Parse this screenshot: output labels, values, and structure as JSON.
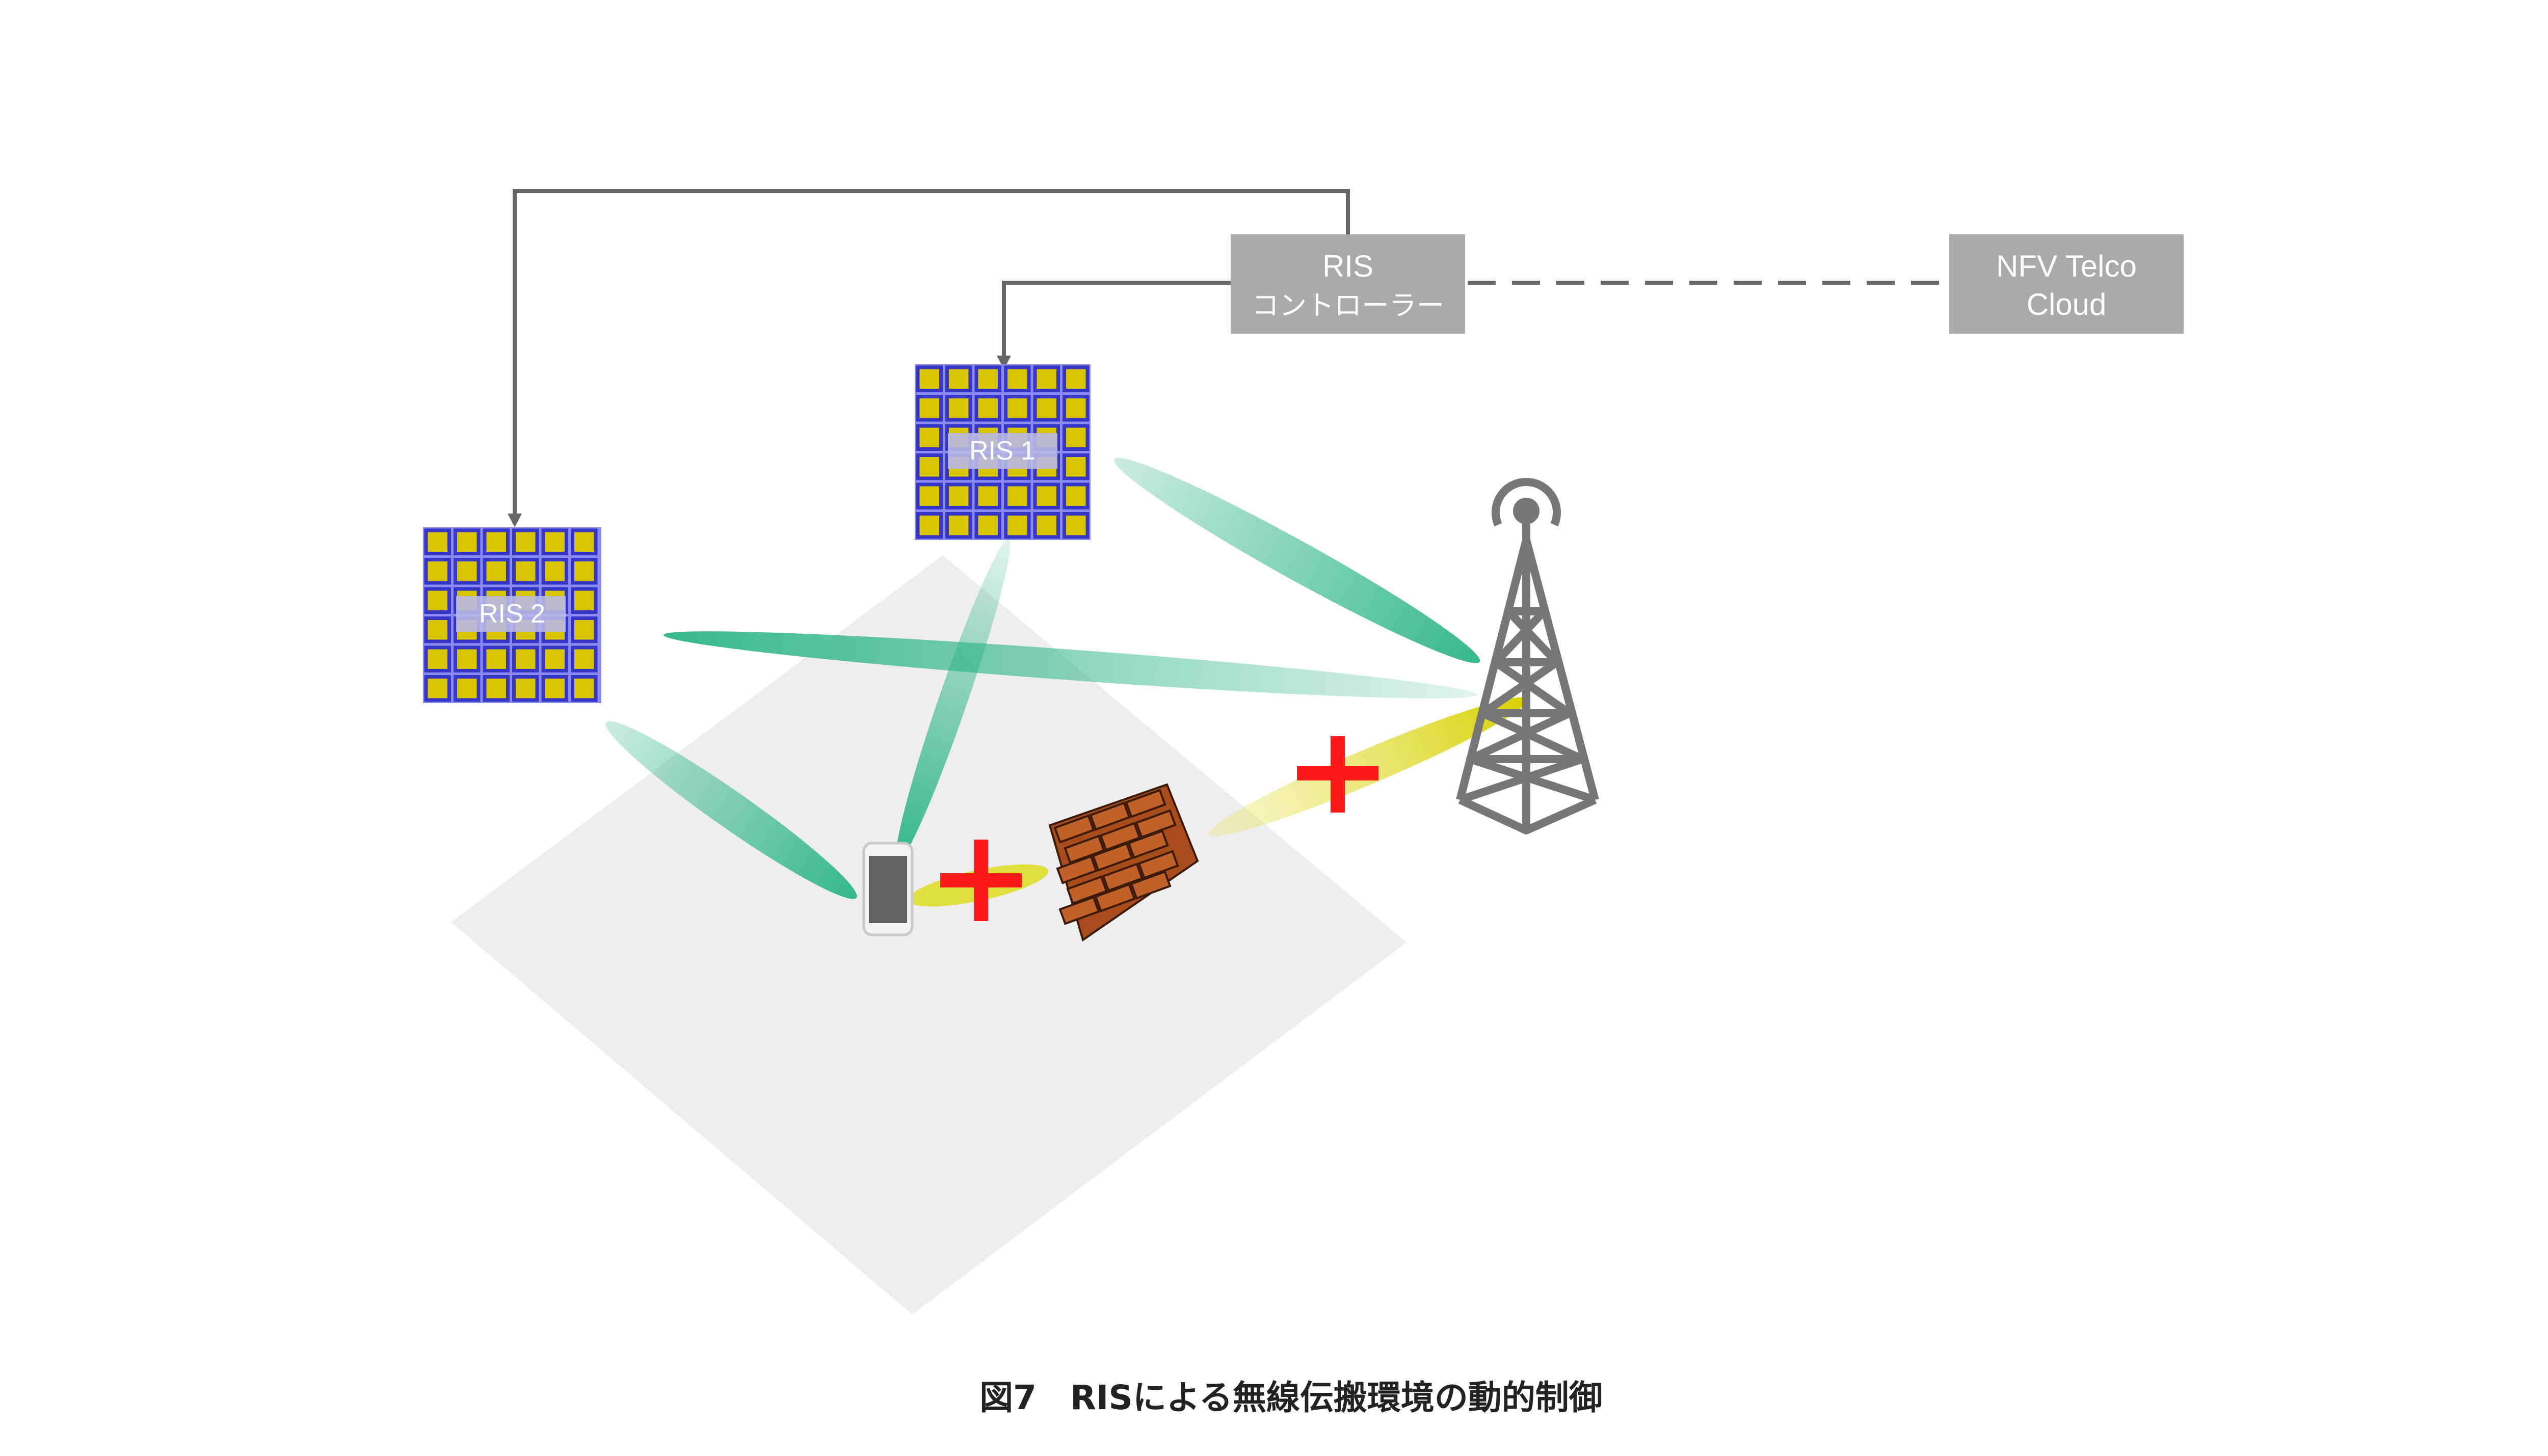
{
  "nodes": {
    "ris_controller": {
      "line1": "RIS",
      "line2": "コントローラー"
    },
    "nfv_cloud": {
      "line1": "NFV Telco",
      "line2": "Cloud"
    },
    "ris1": {
      "label": "RIS 1"
    },
    "ris2": {
      "label": "RIS 2"
    }
  },
  "caption": "図7　RISによる無線伝搬環境の動的制御",
  "colors": {
    "box_fill": "#aaaaaa",
    "box_text": "#ffffff",
    "connector": "#666666",
    "ris_border": "#6a6ae6",
    "ris_cell": "#d9c400",
    "ris_grid": "#3535c8",
    "green_beam": "#2bb585",
    "yellow_beam": "#e6e24a",
    "blocked_mark": "#ff1a1a",
    "floor": "#eeeeee",
    "tower": "#777777",
    "brick": "#c1612a"
  },
  "icons": {
    "base_station": "cell-tower-icon",
    "user_device": "smartphone-icon",
    "obstacle": "brick-wall-icon",
    "blocked": "cross-mark-icon"
  }
}
